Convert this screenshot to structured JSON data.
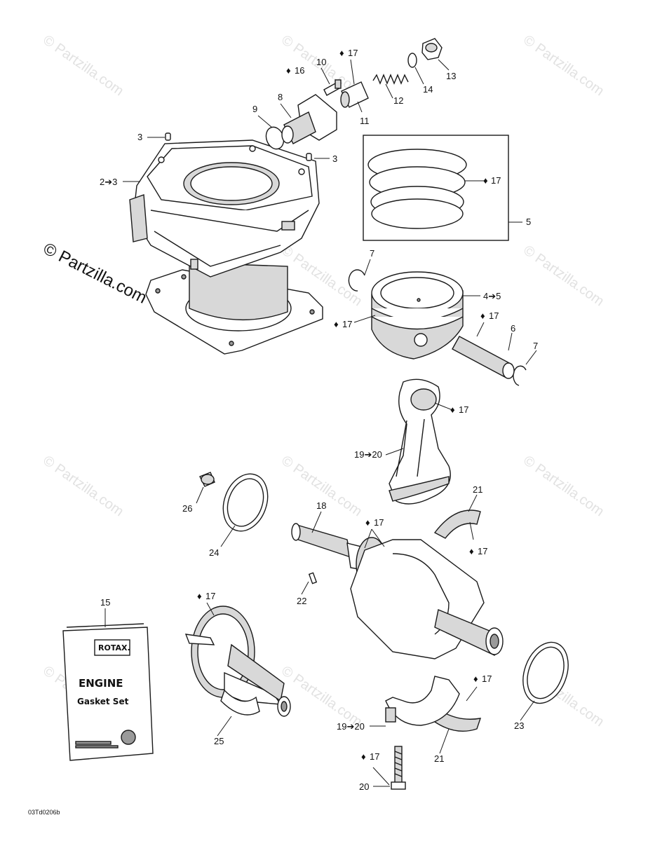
{
  "watermark": {
    "text": "© Partzilla.com"
  },
  "book": {
    "brand": "ROTAX.",
    "title": "ENGINE",
    "subtitle": "Gasket Set"
  },
  "diagram_code": "03Td0206b",
  "labels": {
    "l1": "3",
    "l2": "2➔3",
    "l3": "3",
    "l4": "9",
    "l5": "8",
    "l6": "10",
    "l7": "16",
    "l8": "17",
    "l9": "11",
    "l10": "12",
    "l11": "14",
    "l12": "13",
    "l13": "17",
    "l14": "5",
    "l15": "7",
    "l16": "4➔5",
    "l17": "17",
    "l18": "17",
    "l19": "6",
    "l20": "7",
    "l21": "17",
    "l22": "19➔20",
    "l23": "26",
    "l24": "24",
    "l25": "18",
    "l26": "17",
    "l27": "21",
    "l28": "17",
    "l29": "22",
    "l30": "15",
    "l31": "17",
    "l32": "25",
    "l33": "19➔20",
    "l34": "17",
    "l35": "23",
    "l36": "21",
    "l37": "17",
    "l38": "20"
  }
}
